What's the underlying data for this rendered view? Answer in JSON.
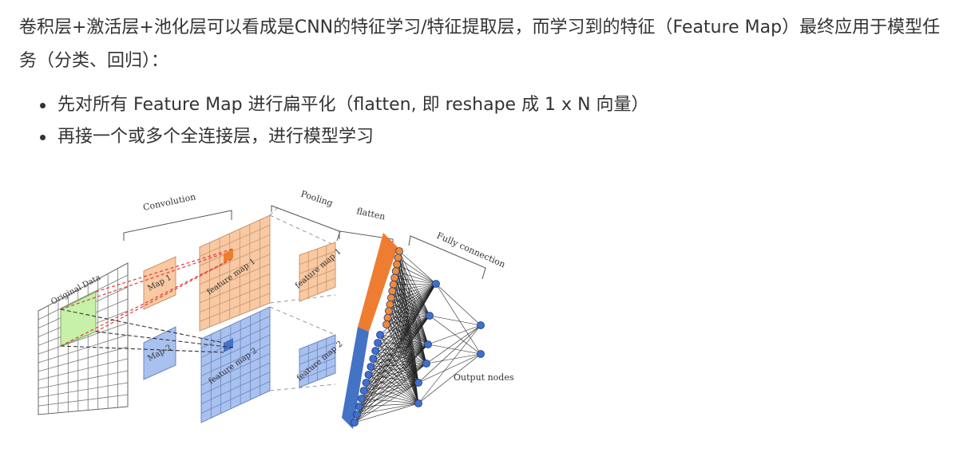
{
  "intro": "卷积层+激活层+池化层可以看成是CNN的特征学习/特征提取层，而学习到的特征（Feature Map）最终应用于模型任务（分类、回归）：",
  "bullets": [
    "先对所有 Feature Map 进行扁平化（flatten, 即 reshape 成 1 x N 向量）",
    "再接一个或多个全连接层，进行模型学习"
  ],
  "figure": {
    "labels": {
      "convolution": "Convolution",
      "pooling": "Pooling",
      "flatten": "flatten",
      "fully_connection": "Fully connection",
      "original_data": "Original Data",
      "map1": "Map 1",
      "map2": "Map 2",
      "feature_map1": "feature map 1",
      "feature_map2": "feature map 2",
      "pooled_map1": "feature map 1",
      "pooled_map2": "feature map 2",
      "output_nodes": "Output nodes"
    },
    "colors": {
      "orange_fill": "#f8c9a3",
      "orange_strong": "#ee7d31",
      "blue_fill": "#a9c1ef",
      "blue_strong": "#4472c4",
      "green_fill": "#c7f0a8",
      "red_dash": "#e23b3b",
      "node_orange": "#f08a3a",
      "node_blue": "#3f6fd0"
    },
    "network": {
      "flatten_nodes_orange": 12,
      "flatten_nodes_blue": 12,
      "hidden_nodes": 6,
      "output_nodes": 2
    }
  }
}
